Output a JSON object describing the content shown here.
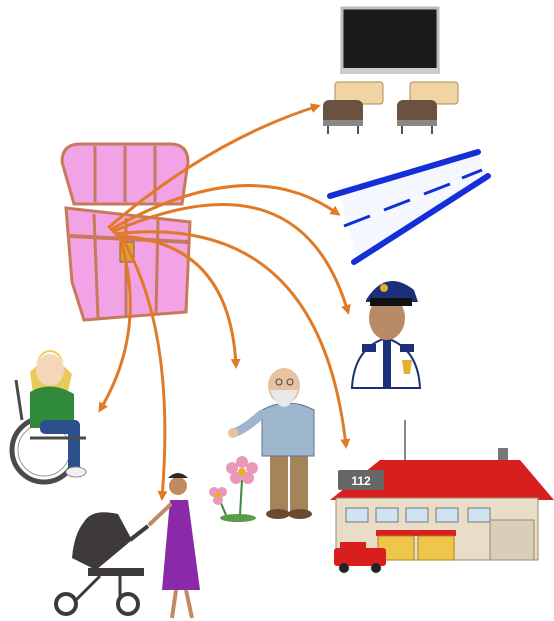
{
  "diagram": {
    "hub": "treasure-chest",
    "targets": [
      "school-classroom",
      "road",
      "police-officer",
      "fire-station",
      "elderly-man-with-flowers",
      "woman-with-stroller",
      "person-in-wheelchair"
    ]
  },
  "colors": {
    "arrow": "#e07a26",
    "chest_pink": "#f2a3e6",
    "chest_frame": "#c77a5a",
    "road_blue": "#1330d8",
    "roof_red": "#d91e1e",
    "police_blue": "#1b2f7a",
    "dress_purple": "#8a2aa8",
    "sweater_green": "#2f8a3a"
  },
  "fire_station": {
    "sign": "112"
  }
}
